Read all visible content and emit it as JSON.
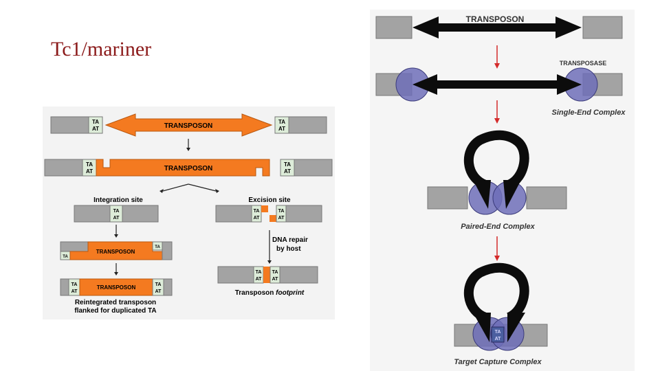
{
  "slide": {
    "title": "Tc1/mariner"
  },
  "left": {
    "transposon": "TRANSPOSON",
    "ta_top": "TA",
    "ta_bottom": "AT",
    "integration_site": "Integration site",
    "excision_site": "Excision site",
    "dna_repair_line1": "DNA repair",
    "dna_repair_line2": "by host",
    "footprint_prefix": "Transposon ",
    "footprint_italic": "footprint",
    "reintegrated_line1": "Reintegrated transposon",
    "reintegrated_line2": "flanked for duplicated TA"
  },
  "right": {
    "transposon": "TRANSPOSON",
    "transposase": "TRANSPOSASE",
    "single_end": "Single-End Complex",
    "paired_end": "Paired-End Complex",
    "target_capture": "Target Capture Complex",
    "ta_top": "TA",
    "ta_bottom": "AT"
  },
  "colors": {
    "title": "#8b1a1a",
    "orange": "#f47a20",
    "dna_gray": "#a3a3a3",
    "ta_box": "#ddecd9",
    "protein": "#6f6fb8",
    "arrow_red": "#d42a2a"
  }
}
